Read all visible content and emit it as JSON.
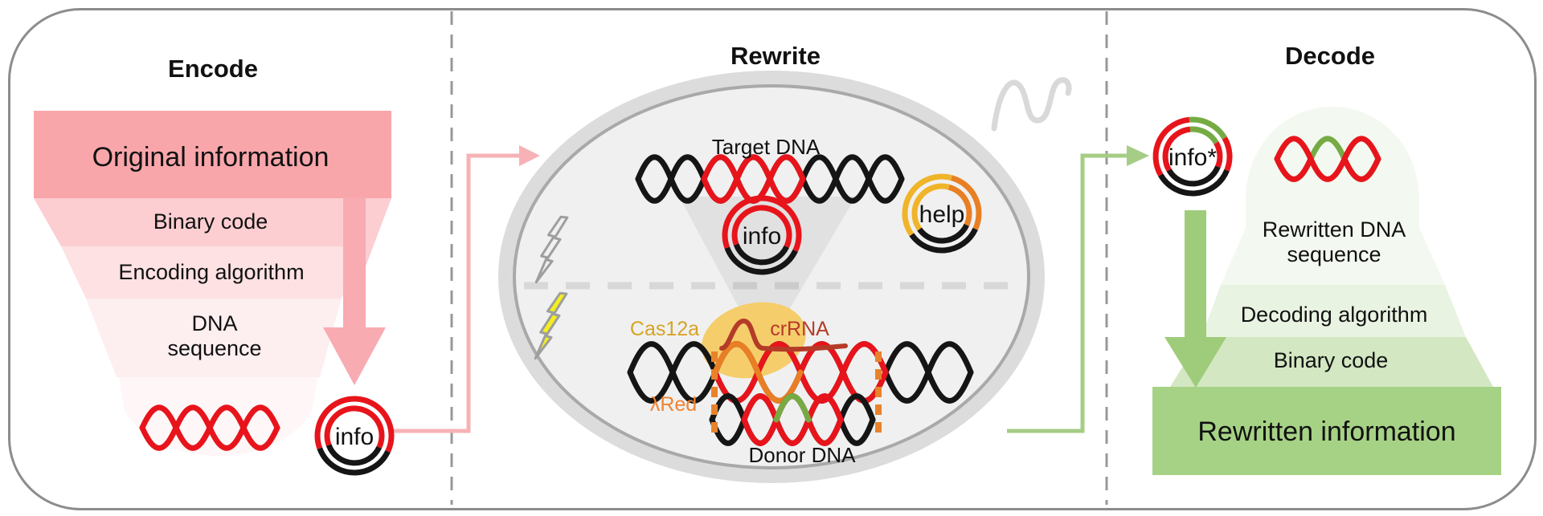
{
  "panels": {
    "encode": {
      "title": "Encode",
      "funnel": [
        "Original information",
        "Binary code",
        "Encoding algorithm",
        "DNA sequence"
      ],
      "plasmid_label": "info"
    },
    "rewrite": {
      "title": "Rewrite",
      "target_dna_label": "Target DNA",
      "info_plasmid_label": "info",
      "help_plasmid_label": "help",
      "cas_label": "Cas12a",
      "crrna_label": "crRNA",
      "lred_label": "λRed",
      "donor_label": "Donor DNA"
    },
    "decode": {
      "title": "Decode",
      "plasmid_label": "info*",
      "pyramid": [
        "Rewritten DNA sequence",
        "Decoding algorithm",
        "Binary code",
        "Rewritten information"
      ]
    }
  },
  "colors": {
    "red": "#e8141b",
    "black": "#151515",
    "pink_band1": "#f9a6ab",
    "pink_band2": "#fcced2",
    "pink_band3": "#fde1e3",
    "pink_band4": "#fdeef0",
    "pink_band5": "#fef6f7",
    "pink_arrow": "#f8abb1",
    "pink_connector": "#f7b2b6",
    "green_base": "#a6d285",
    "green_l3": "#d3e7c2",
    "green_l2": "#e9f3e1",
    "green_l1": "#f3f9f0",
    "green_arrow": "#9fcc7b",
    "green_connector": "#a5cd85",
    "green_dna": "#76ab44",
    "cell_outer": "#dcdcdc",
    "cell_inner_fill": "#f0f0f0",
    "cell_stroke": "#a9a9a9",
    "membrane_dash": "#d8d8d8",
    "help_yellow": "#f0b429",
    "help_orange": "#e87f24",
    "cas_blob": "#f6cd6b",
    "cas_text": "#d6a324",
    "crrna": "#b43b28",
    "lred": "#ef8433",
    "bracket": "#e8832b",
    "bolt_yellow": "#f4ef1d",
    "bolt_stroke": "#9e9e9e",
    "border": "#8c8c8c",
    "divider": "#989898",
    "flagellum": "#d9d9d9",
    "cone": "rgba(0,0,0,0.06)"
  }
}
